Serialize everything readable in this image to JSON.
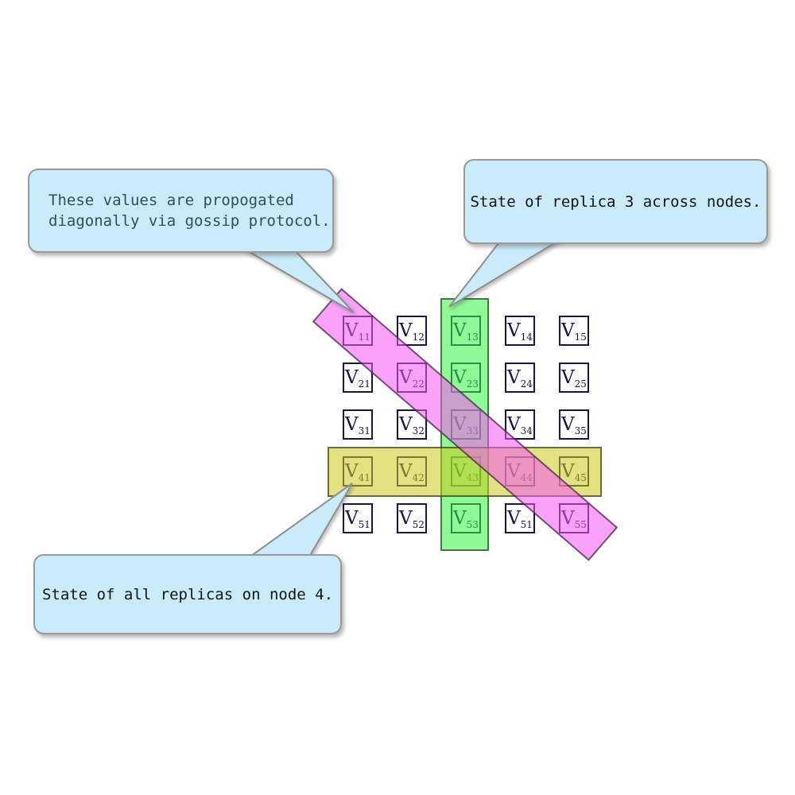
{
  "matrix": {
    "symbol": "V",
    "rows": [
      [
        "11",
        "12",
        "13",
        "14",
        "15"
      ],
      [
        "21",
        "22",
        "23",
        "24",
        "25"
      ],
      [
        "31",
        "32",
        "33",
        "34",
        "35"
      ],
      [
        "41",
        "42",
        "43",
        "44",
        "45"
      ],
      [
        "51",
        "52",
        "53",
        "51",
        "55"
      ]
    ]
  },
  "callouts": [
    {
      "name": "gossip-note",
      "lines": [
        "These values are propogated",
        "diagonally via gossip protocol."
      ]
    },
    {
      "name": "replica3-note",
      "lines": [
        "State of replica 3 across nodes."
      ]
    },
    {
      "name": "node4-note",
      "lines": [
        "State of all replicas on node 4."
      ]
    }
  ],
  "colors": {
    "callout_fill": "#c9ebfa",
    "callout_border": "#999999",
    "callout_text_primary": "#2e4f63",
    "callout_text_dark": "#121212",
    "tail_fill": "#c9ebfa",
    "tail_stroke": "#8f8f8f",
    "band_green_fill": "rgba(53,246,64,0.55)",
    "band_yellow_fill": "rgba(202,202,28,0.55)",
    "band_magenta_fill": "rgba(246,86,246,0.55)",
    "band_border": "rgba(25,25,25,0.60)",
    "cell_border": "#14144e",
    "cell_text": "#14144e"
  }
}
